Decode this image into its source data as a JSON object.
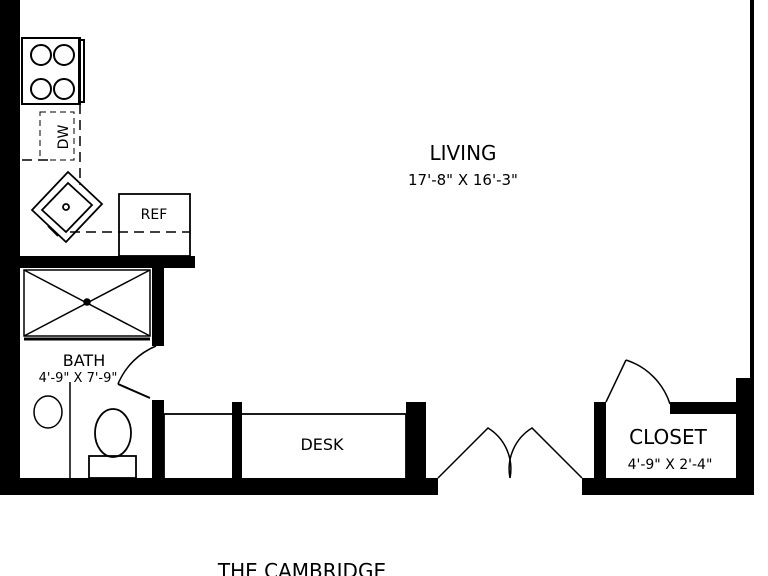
{
  "rooms": {
    "living": {
      "name": "LIVING",
      "dims": "17'-8\" X 16'-3\""
    },
    "bath": {
      "name": "BATH",
      "dims": "4'-9\" X 7'-9\""
    },
    "closet": {
      "name": "CLOSET",
      "dims": "4'-9\" X 2'-4\""
    }
  },
  "fixtures": {
    "dishwasher": "DW",
    "refrigerator": "REF",
    "desk": "DESK"
  },
  "unit_name": "THE CAMBRIDGE",
  "colors": {
    "wall": "#000000",
    "background": "#ffffff"
  }
}
